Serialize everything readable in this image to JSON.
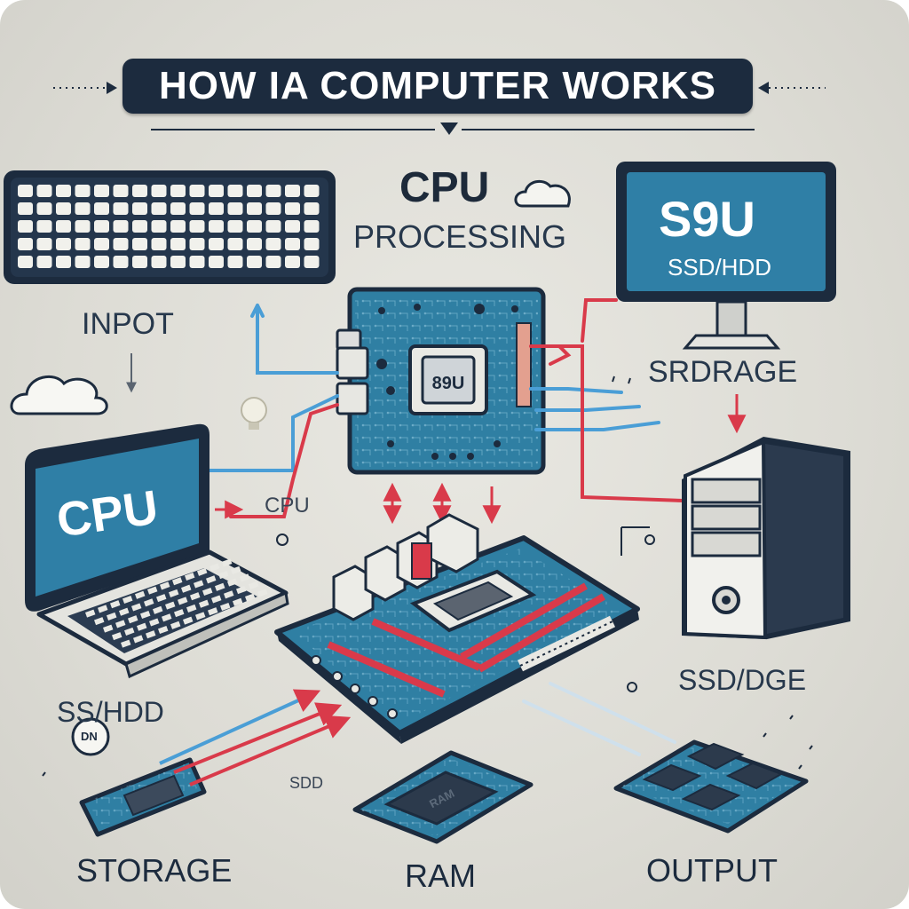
{
  "title": "HOW IA COMPUTER WORKS",
  "labels": {
    "cpu_heading": "CPU",
    "processing": "PROCESSING",
    "input": "INPOT",
    "laptop_screen": "CPU",
    "cpu_small": "CPU",
    "monitor_big": "S9U",
    "monitor_small": "SSD/HDD",
    "storage_top": "SRDRAGE",
    "tower_caption": "SSD/DGE",
    "left_hdd": "SS/HDD",
    "disk_icon": "DN",
    "ssd_small": "SDD",
    "storage_bottom": "STORAGE",
    "ram": "RAM",
    "output": "OUTPUT"
  },
  "colors": {
    "navy": "#1c2b3e",
    "pcb_blue": "#2f7fa3",
    "screen_blue": "#2f7fa6",
    "arrow_red": "#d93a4a",
    "arrow_blue": "#4a9ed6",
    "text_dark": "#1d2a3a"
  },
  "icons": [
    "keyboard-icon",
    "cloud-icon",
    "monitor-icon",
    "laptop-icon",
    "cpu-chip-icon",
    "motherboard-icon",
    "pc-tower-icon",
    "ssd-icon",
    "ram-module-icon",
    "output-card-icon",
    "disk-icon",
    "lightbulb-icon"
  ]
}
